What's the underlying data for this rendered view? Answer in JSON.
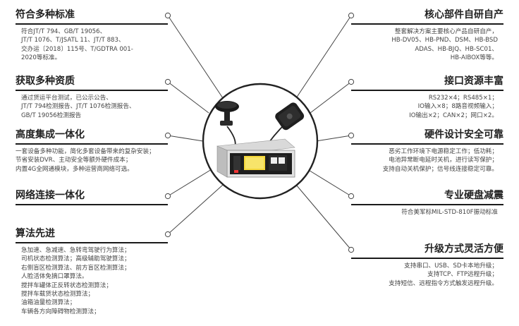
{
  "left_features": [
    {
      "id": "standards",
      "title": "符合多种标准",
      "lines": [
        "符合JT/T 794、GB/T 19056、",
        "JT/T 1076、T/JSATL 11、JT/T 883、",
        "交办运〔2018〕115号、T/GDTRA 001-",
        "2020等标准。"
      ]
    },
    {
      "id": "qualifications",
      "title": "获取多种资质",
      "lines": [
        "通过货运平台测试，已公示公告、",
        "JT/T 794检测报告、JT/T 1076检测报告、",
        "GB/T 19056检测报告"
      ]
    },
    {
      "id": "integration",
      "title": "高度集成一体化",
      "lines": [
        "一套设备多种功能，简化多套设备带来的复杂安装；",
        "节省安装DVR、主动安全等额外硬件成本；",
        "内置4G全网通模块，多种运营商网络可选。"
      ]
    },
    {
      "id": "network",
      "title": "网络连接一体化",
      "lines": []
    },
    {
      "id": "algorithms",
      "title": "算法先进",
      "lines": [
        "急加速、急减速、急转弯驾驶行为算法；",
        "司机状态检测算法；高级辅助驾驶算法；",
        "右侧盲区检测算法、前方盲区检测算法；",
        "人脸活体免摘口罩算法。",
        "搅拌车罐体正反转状态检测算法；",
        "搅拌车载货状态检测算法；",
        "油箱油量检测算法；",
        "车辆各方向障碍物检测算法；"
      ]
    }
  ],
  "right_features": [
    {
      "id": "core-parts",
      "title": "核心部件自研自产",
      "lines": [
        "整套解决方案主要核心产品自研自产，",
        "HB-DV05、HB-PND、DSM、HB-BSD",
        "ADAS、HB-BJQ、HB-SC01、",
        "HB-AIBOX等等。"
      ]
    },
    {
      "id": "interfaces",
      "title": "接口资源丰富",
      "lines": [
        "RS232×4；RS485×1；",
        "IO输入×8；8路音视频输入；",
        "IO输出×2；CAN×2；网口×2。"
      ]
    },
    {
      "id": "hardware-safety",
      "title": "硬件设计安全可靠",
      "lines": [
        "恶劣工作环境下电源稳定工作；低功耗；",
        "电池异常断电延时关机，进行读写保护；",
        "支持自动关机保护；信号线连接稳定可靠。"
      ]
    },
    {
      "id": "disk-shock",
      "title": "专业硬盘减震",
      "lines": [
        "符合美军标MIL-STD-810F振动标准"
      ]
    },
    {
      "id": "upgrade",
      "title": "升级方式灵活方便",
      "lines": [
        "支持串口、USB、SD卡本地升级；",
        "支持TCP、FTP远程升级；",
        "支持短信、远程指令方式触发远程升级。"
      ]
    }
  ],
  "device": {
    "screen_text": "",
    "accent_color": "#f4d83a",
    "bar_color": "#1a1a1a",
    "connector_color": "#444444"
  }
}
